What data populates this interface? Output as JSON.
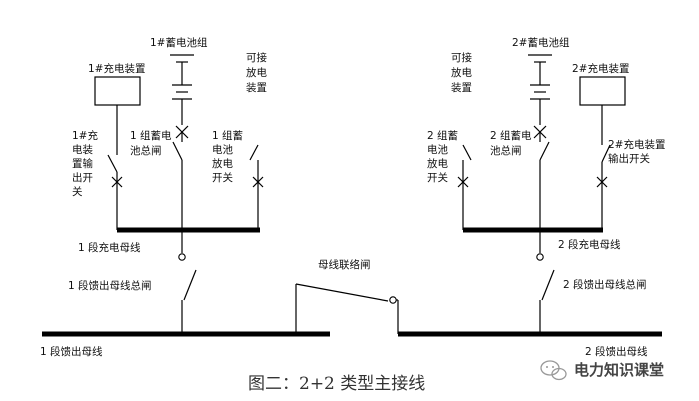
{
  "labels": {
    "battery1": "1#蓄电池组",
    "charger1": "1#充电装置",
    "portable1": [
      "可接",
      "放电",
      "装置"
    ],
    "charger1_switch": [
      "1#充",
      "电装",
      "置输",
      "出开",
      "关"
    ],
    "battery1_main": [
      "1 组蓄电",
      "池总闸"
    ],
    "battery1_discharge": [
      "1 组蓄",
      "电池",
      "放电",
      "开关"
    ],
    "portable2": [
      "可接",
      "放电",
      "装置"
    ],
    "battery2": "2#蓄电池组",
    "charger2": "2#充电装置",
    "battery2_discharge": [
      "2 组蓄",
      "电池",
      "放电",
      "开关"
    ],
    "battery2_main": [
      "2 组蓄电",
      "池总闸"
    ],
    "charger2_switch": [
      "2#充电装置",
      "输出开关"
    ],
    "charge_bus1": "1 段充电母线",
    "charge_bus2": "2 段充电母线",
    "tie_switch": "母线联络闸",
    "feeder_main1": "1 段馈出母线总闸",
    "feeder_main2": "2 段馈出母线总闸",
    "feeder_bus1": "1 段馈出母线",
    "feeder_bus2": "2 段馈出母线"
  },
  "caption": "图二：2+2 类型主接线",
  "watermark": "电力知识课堂"
}
